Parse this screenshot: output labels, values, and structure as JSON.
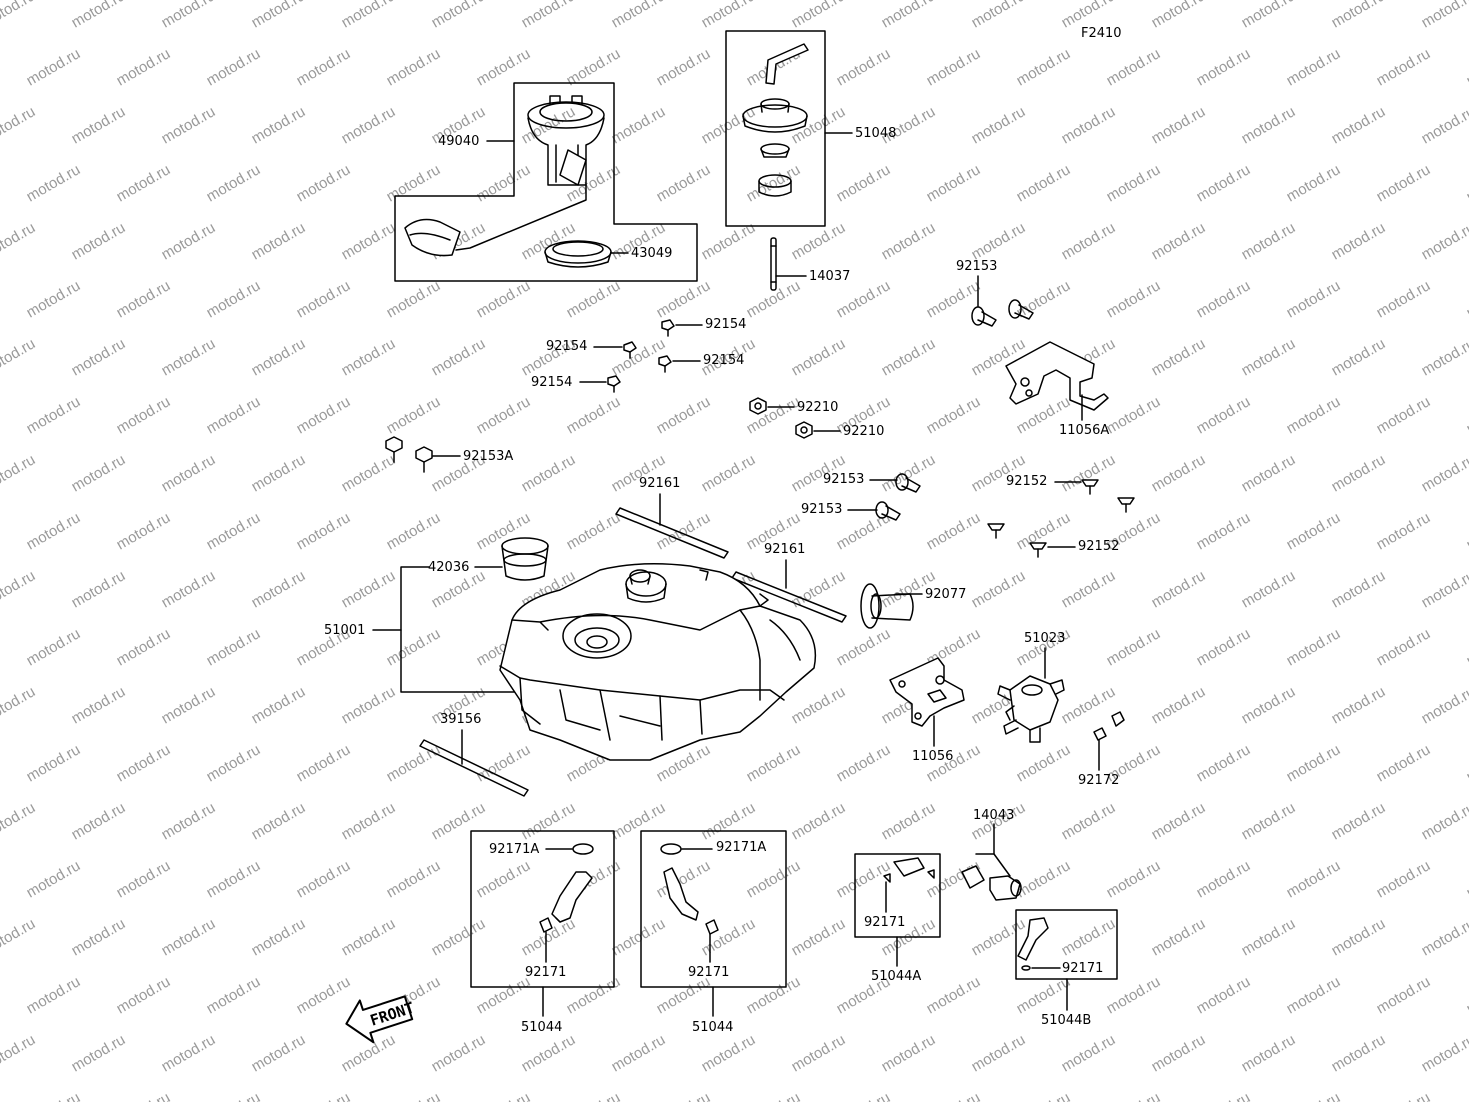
{
  "figure_code": "F2410",
  "watermark": "motod.ru",
  "direction_marker": "FRONT",
  "callouts": {
    "fuel_pump": "49040",
    "fuel_cap_assy": "51048",
    "pump_ring": "43049",
    "clamp_14037": "14037",
    "bolt_92153_top": "92153",
    "bracket_11056a": "11056A",
    "screw_92154_a": "92154",
    "screw_92154_b": "92154",
    "screw_92154_c": "92154",
    "screw_92154_d": "92154",
    "nut_92210_a": "92210",
    "nut_92210_b": "92210",
    "bolt_92153a": "92153A",
    "seal_92161_left": "92161",
    "seal_92161_right": "92161",
    "bolt_92153_mid_a": "92153",
    "bolt_92153_mid_b": "92153",
    "screw_92152_a": "92152",
    "screw_92152_b": "92152",
    "cap_42036": "42036",
    "fuel_tank": "51001",
    "grommet_92077": "92077",
    "valve_51023": "51023",
    "bracket_11056": "11056",
    "clip_92172": "92172",
    "seal_39156": "39156",
    "clamp_92171a_left": "92171A",
    "clamp_92171a_right": "92171A",
    "clamp_92171_left": "92171",
    "clamp_92171_right": "92171",
    "hose_51044_left": "51044",
    "hose_51044_right": "51044",
    "clamp_14043": "14043",
    "clamp_92171_hose_a": "92171",
    "hose_51044a": "51044A",
    "clamp_92171_hose_b": "92171",
    "hose_51044b": "51044B"
  }
}
